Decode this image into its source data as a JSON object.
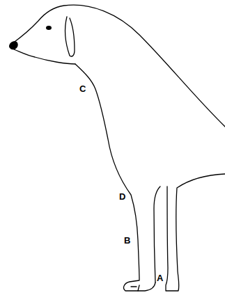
{
  "diagram": {
    "labels": [
      "C",
      "D",
      "B",
      "A"
    ]
  }
}
